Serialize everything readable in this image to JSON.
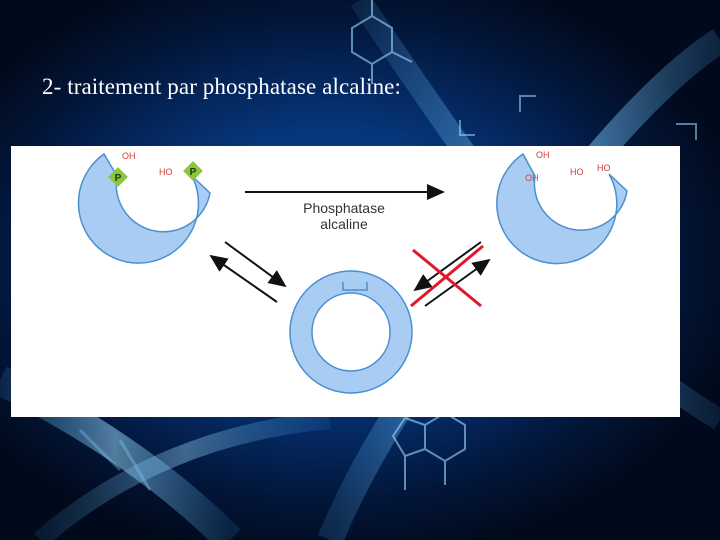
{
  "slide": {
    "title": "2- traitement par phosphatase alcaline:"
  },
  "diagram": {
    "arrow_label_line1": "Phosphatase",
    "arrow_label_line2": "alcaline",
    "oh_label": "OH",
    "ho_label": "HO",
    "p_label": "P",
    "colors": {
      "ring_fill": "#a9cdf2",
      "ring_stroke": "#4a8fd0",
      "phosphate_fill": "#8cc63f",
      "hydroxyl_text": "#d23b3b",
      "cross": "#e0182a"
    }
  }
}
